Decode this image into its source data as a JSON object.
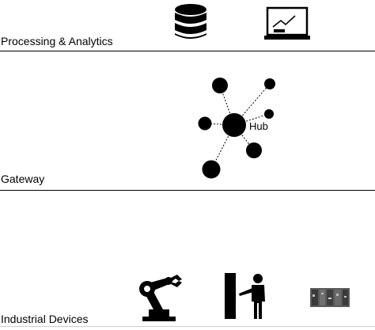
{
  "layers": {
    "processing": {
      "label": "Processing & Analytics",
      "icons": [
        "database-icon",
        "analytics-monitor-icon"
      ]
    },
    "gateway": {
      "label": "Gateway",
      "hub_label": "Hub",
      "icons": [
        "hub-network-icon"
      ]
    },
    "devices": {
      "label": "Industrial Devices",
      "icons": [
        "robot-arm-icon",
        "operator-at-machine-icon",
        "plc-rack-icon"
      ]
    }
  },
  "colors": {
    "ink": "#000000",
    "divider": "#000000",
    "plc": "#4a4a4a"
  }
}
